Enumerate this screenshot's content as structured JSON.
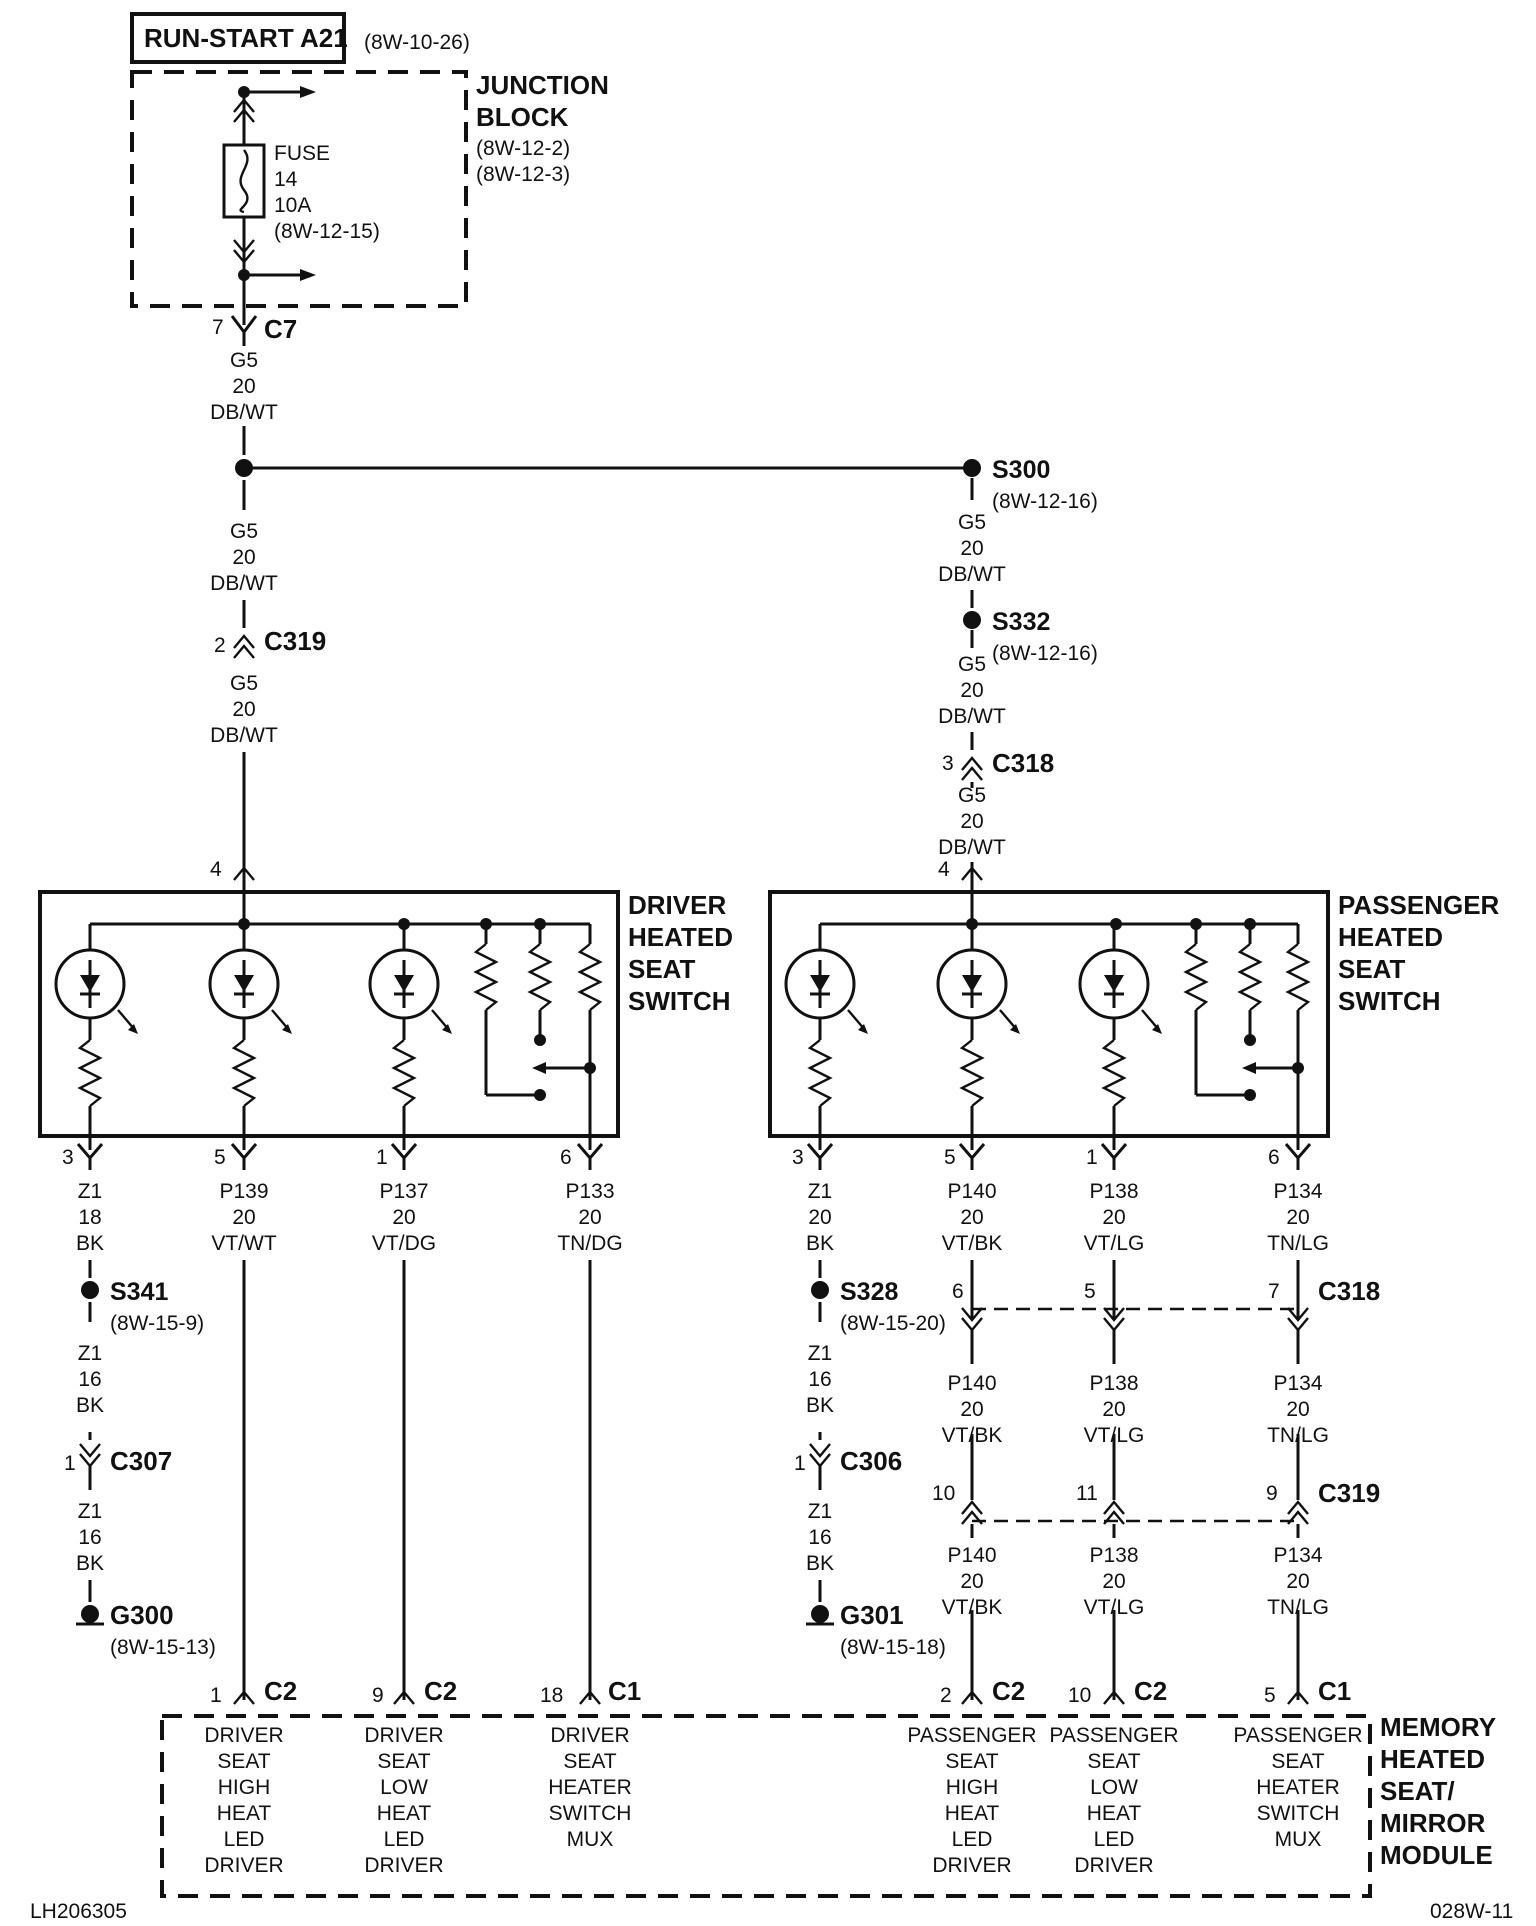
{
  "header": {
    "title": "RUN-START A21",
    "ref": "(8W-10-26)"
  },
  "junction_block": {
    "name_line1": "JUNCTION",
    "name_line2": "BLOCK",
    "ref1": "(8W-12-2)",
    "ref2": "(8W-12-3)",
    "fuse": [
      "FUSE",
      "14",
      "10A",
      "(8W-12-15)"
    ]
  },
  "c7": {
    "pin": "7",
    "name": "C7"
  },
  "wire_g5": [
    "G5",
    "20",
    "DB/WT"
  ],
  "s300": {
    "name": "S300",
    "ref": "(8W-12-16)"
  },
  "s332": {
    "name": "S332",
    "ref": "(8W-12-16)"
  },
  "c319_top": {
    "pin": "2",
    "name": "C319"
  },
  "c318_top": {
    "pin": "3",
    "name": "C318"
  },
  "pin4": "4",
  "driver_switch": {
    "l1": "DRIVER",
    "l2": "HEATED",
    "l3": "SEAT",
    "l4": "SWITCH"
  },
  "passenger_switch": {
    "l1": "PASSENGER",
    "l2": "HEATED",
    "l3": "SEAT",
    "l4": "SWITCH"
  },
  "driver_outputs": [
    {
      "pin": "3",
      "wire": [
        "Z1",
        "18",
        "BK"
      ]
    },
    {
      "pin": "5",
      "wire": [
        "P139",
        "20",
        "VT/WT"
      ]
    },
    {
      "pin": "1",
      "wire": [
        "P137",
        "20",
        "VT/DG"
      ]
    },
    {
      "pin": "6",
      "wire": [
        "P133",
        "20",
        "TN/DG"
      ]
    }
  ],
  "passenger_outputs": [
    {
      "pin": "3",
      "wire": [
        "Z1",
        "20",
        "BK"
      ]
    },
    {
      "pin": "5",
      "wire": [
        "P140",
        "20",
        "VT/BK"
      ]
    },
    {
      "pin": "1",
      "wire": [
        "P138",
        "20",
        "VT/LG"
      ]
    },
    {
      "pin": "6",
      "wire": [
        "P134",
        "20",
        "TN/LG"
      ]
    }
  ],
  "driver_ground": {
    "splice": "S341",
    "splice_ref": "(8W-15-9)",
    "wire": [
      "Z1",
      "16",
      "BK"
    ],
    "conn_pin": "1",
    "conn": "C307",
    "ground": "G300",
    "ground_ref": "(8W-15-13)"
  },
  "passenger_ground": {
    "splice": "S328",
    "splice_ref": "(8W-15-20)",
    "wire": [
      "Z1",
      "16",
      "BK"
    ],
    "conn_pin": "1",
    "conn": "C306",
    "ground": "G301",
    "ground_ref": "(8W-15-18)"
  },
  "c318_mid": {
    "name": "C318",
    "pins": [
      "6",
      "5",
      "7"
    ]
  },
  "c319_mid": {
    "name": "C319",
    "pins": [
      "10",
      "11",
      "9"
    ]
  },
  "mid_wires": [
    [
      "P140",
      "20",
      "VT/BK"
    ],
    [
      "P138",
      "20",
      "VT/LG"
    ],
    [
      "P134",
      "20",
      "TN/LG"
    ]
  ],
  "module_conns": [
    {
      "pin": "1",
      "conn": "C2"
    },
    {
      "pin": "9",
      "conn": "C2"
    },
    {
      "pin": "18",
      "conn": "C1"
    },
    {
      "pin": "2",
      "conn": "C2"
    },
    {
      "pin": "10",
      "conn": "C2"
    },
    {
      "pin": "5",
      "conn": "C1"
    }
  ],
  "module_labels": [
    [
      "DRIVER",
      "SEAT",
      "HIGH",
      "HEAT",
      "LED",
      "DRIVER"
    ],
    [
      "DRIVER",
      "SEAT",
      "LOW",
      "HEAT",
      "LED",
      "DRIVER"
    ],
    [
      "DRIVER",
      "SEAT",
      "HEATER",
      "SWITCH",
      "MUX"
    ],
    [
      "PASSENGER",
      "SEAT",
      "HIGH",
      "HEAT",
      "LED",
      "DRIVER"
    ],
    [
      "PASSENGER",
      "SEAT",
      "LOW",
      "HEAT",
      "LED",
      "DRIVER"
    ],
    [
      "PASSENGER",
      "SEAT",
      "HEATER",
      "SWITCH",
      "MUX"
    ]
  ],
  "module": {
    "l1": "MEMORY",
    "l2": "HEATED",
    "l3": "SEAT/",
    "l4": "MIRROR",
    "l5": "MODULE"
  },
  "footer": {
    "left": "LH206305",
    "right": "028W-11"
  }
}
